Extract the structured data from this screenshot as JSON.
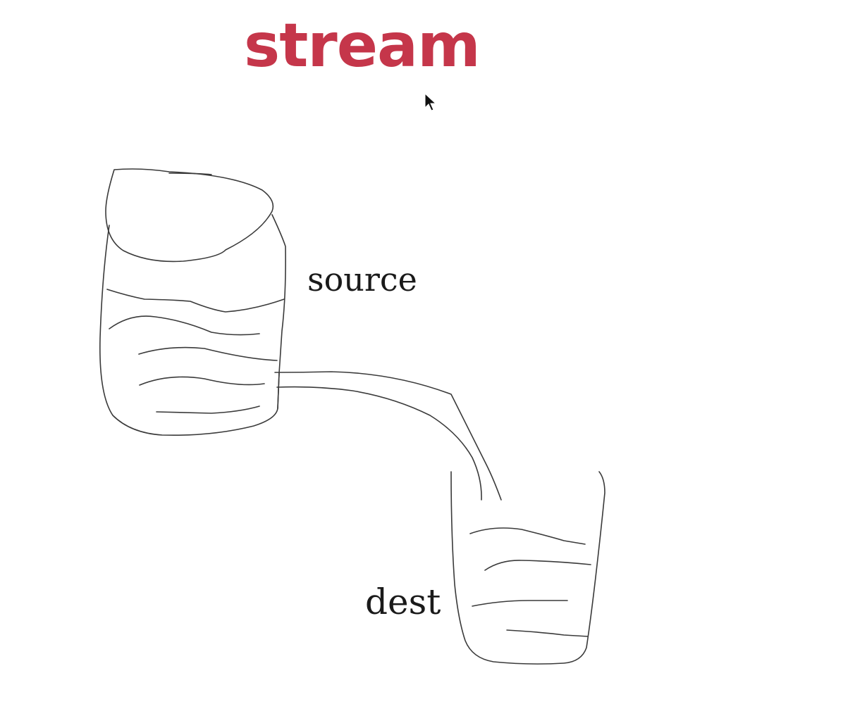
{
  "title": {
    "text": "stream",
    "color": "#c5364a"
  },
  "labels": {
    "source": "source",
    "dest": "dest"
  },
  "stroke_color": "#3a3a3a",
  "icons": {
    "cursor": "mouse-pointer-icon"
  }
}
